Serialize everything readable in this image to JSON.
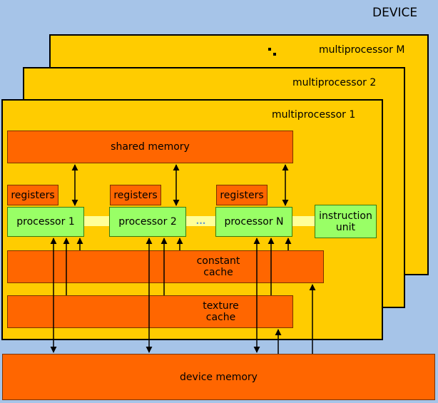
{
  "device_title": "DEVICE",
  "multiprocessors": {
    "back": "multiprocessor  M",
    "middle": "multiprocessor  2",
    "front": "multiprocessor  1",
    "ellipsis": ". . ."
  },
  "shared_memory": "shared memory",
  "registers": [
    "registers",
    "registers",
    "registers"
  ],
  "processors": [
    "processor  1",
    "processor  2",
    "processor  N"
  ],
  "processor_gap": "...",
  "instruction_unit": "instruction\nunit",
  "constant_cache": "constant\ncache",
  "texture_cache": "texture\ncache",
  "device_memory": "device memory",
  "colors": {
    "background": "#a6c4e8",
    "multiprocessor": "#ffcc00",
    "memory": "#ff6600",
    "processor": "#99ff66",
    "link": "#ffff99"
  }
}
